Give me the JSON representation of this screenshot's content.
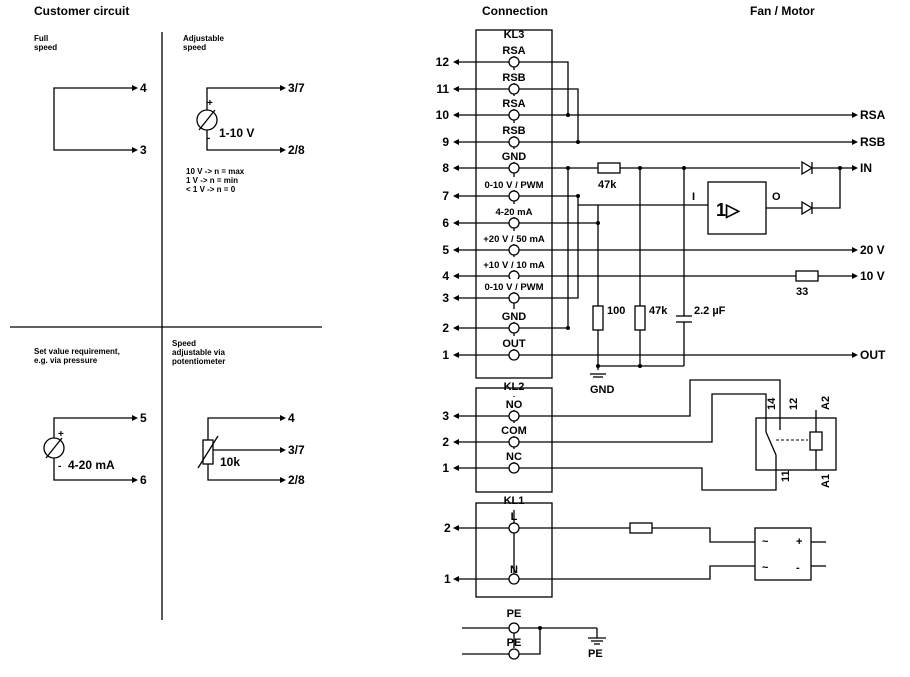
{
  "headers": {
    "customer": "Customer circuit",
    "connection": "Connection",
    "fan": "Fan / Motor"
  },
  "panels": {
    "full": {
      "label": "Full\nspeed",
      "terms": [
        "4",
        "3"
      ]
    },
    "adjustable": {
      "label": "Adjustable\nspeed",
      "terms": [
        "3/7",
        "2/8"
      ],
      "source": "1-10 V",
      "notes": [
        "10 V -> n = max",
        "1 V -> n = min",
        "< 1 V -> n = 0"
      ]
    },
    "setvalue": {
      "label": "Set value requirement,\ne.g. via pressure",
      "terms": [
        "5",
        "6"
      ],
      "source": "4-20 mA"
    },
    "potentiometer": {
      "label": "Speed\nadjustable via\npotentiometer",
      "terms": [
        "4",
        "3/7",
        "2/8"
      ],
      "pot": "10k"
    }
  },
  "kl3": {
    "title": "KL3",
    "terminals": [
      {
        "num": "12",
        "label": "RSA"
      },
      {
        "num": "11",
        "label": "RSB"
      },
      {
        "num": "10",
        "label": "RSA"
      },
      {
        "num": "9",
        "label": "RSB"
      },
      {
        "num": "8",
        "label": "GND"
      },
      {
        "num": "7",
        "label": "0-10 V / PWM"
      },
      {
        "num": "6",
        "label": "4-20 mA"
      },
      {
        "num": "5",
        "label": "+20 V / 50 mA"
      },
      {
        "num": "4",
        "label": "+10 V / 10 mA"
      },
      {
        "num": "3",
        "label": "0-10 V / PWM"
      },
      {
        "num": "2",
        "label": "GND"
      },
      {
        "num": "1",
        "label": "OUT"
      }
    ]
  },
  "kl2": {
    "title": "KL2",
    "terminals": [
      {
        "num": "3",
        "label": "NO"
      },
      {
        "num": "2",
        "label": "COM"
      },
      {
        "num": "1",
        "label": "NC"
      }
    ]
  },
  "kl1": {
    "title": "KL1",
    "terminals": [
      {
        "num": "2",
        "label": "L"
      },
      {
        "num": "1",
        "label": "N"
      }
    ]
  },
  "pe": {
    "labels": [
      "PE",
      "PE"
    ],
    "ground": "PE"
  },
  "outputs": [
    "RSA",
    "RSB",
    "IN",
    "20 V",
    "10 V",
    "OUT"
  ],
  "components": {
    "r1": "47k",
    "r2": "100",
    "r3": "47k",
    "cap": "2.2 µF",
    "r33": "33",
    "gnd": "GND",
    "amp": "1▷",
    "amp_in": "I",
    "amp_out": "O",
    "relay_pins": [
      "14",
      "12",
      "11",
      "A2",
      "A1"
    ],
    "psu_signs": [
      "~",
      "+",
      "~",
      "-"
    ]
  }
}
